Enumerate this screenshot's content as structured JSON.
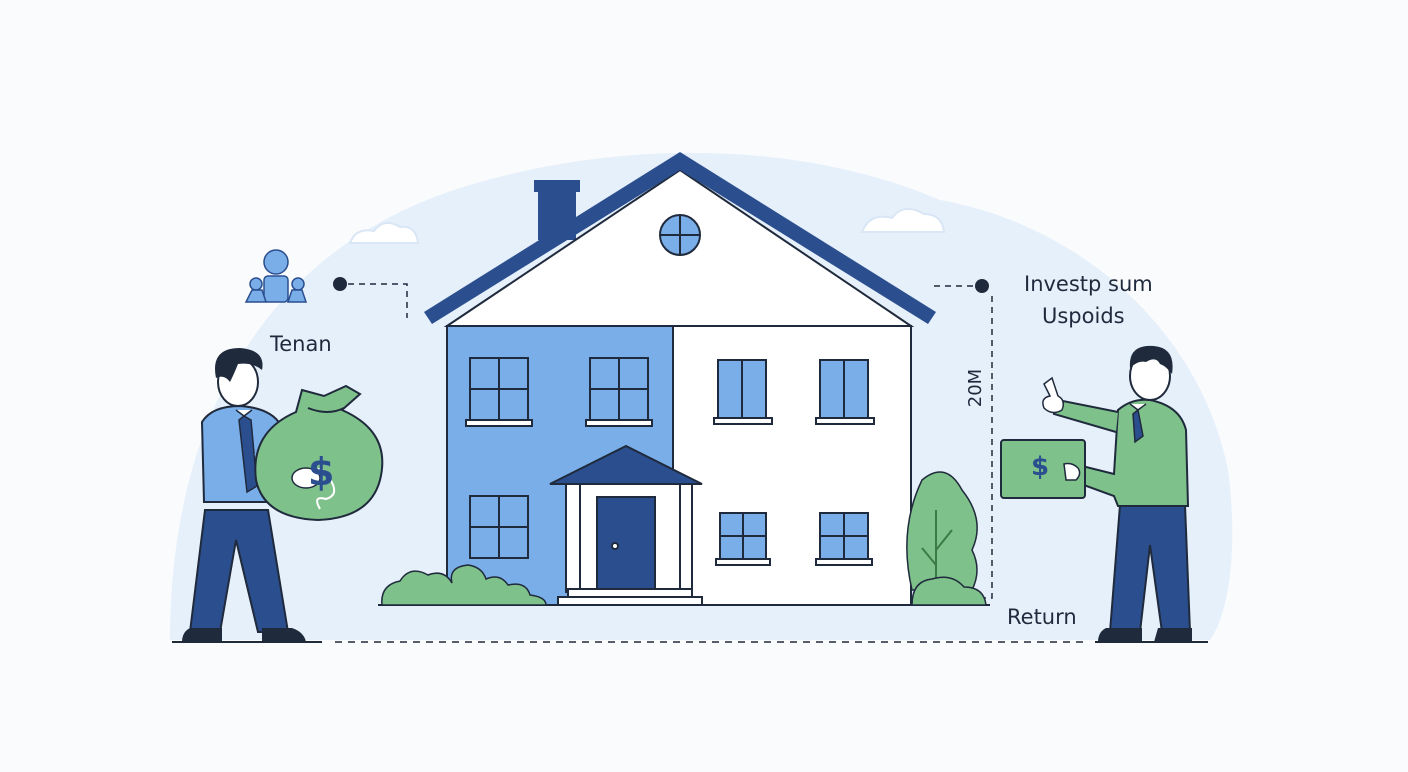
{
  "labels": {
    "tenant": "Tenan",
    "investor_line1": "Investp sum",
    "investor_line2": "Uspoids",
    "return": "Return",
    "amount": "20M"
  },
  "symbols": {
    "money_bag": "$",
    "cash_note": "$"
  },
  "icons": [
    "person-group-icon",
    "cloud-icon",
    "money-bag-icon",
    "cash-note-icon",
    "tree-icon",
    "bush-icon"
  ],
  "colors": {
    "navy": "#2b4f8e",
    "light_blue": "#7aaee8",
    "pale_blue": "#e6f0fb",
    "green": "#7fc18b",
    "dark_green": "#3c7a4a",
    "outline": "#1f2a3c"
  }
}
